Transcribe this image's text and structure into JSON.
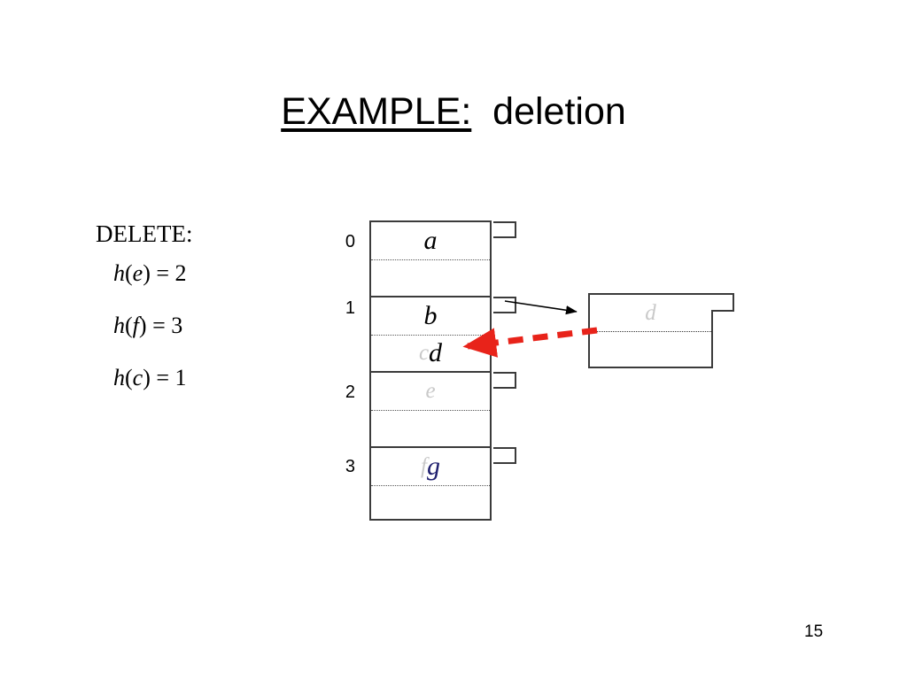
{
  "slide": {
    "title_underlined": "EXAMPLE:",
    "title_rest": "  deletion",
    "page_number": "15"
  },
  "delete_panel": {
    "heading": "DELETE:",
    "operations": [
      {
        "text": "h(e) = 2",
        "fn": "h",
        "arg": "e",
        "value": "2"
      },
      {
        "text": "h(f) = 3",
        "fn": "h",
        "arg": "f",
        "value": "3"
      },
      {
        "text": "h(c) = 1",
        "fn": "h",
        "arg": "c",
        "value": "1"
      }
    ],
    "line1_fn": "h",
    "line1_open": "(",
    "line1_arg": "e",
    "line1_close": ") = 2",
    "line2_fn": "h",
    "line2_open": "(",
    "line2_arg": "f",
    "line2_close": ") = 3",
    "line3_fn": "h",
    "line3_open": "(",
    "line3_arg": "c",
    "line3_close": ") = 1"
  },
  "hash_table": {
    "buckets": [
      {
        "index": "0",
        "upper_keys": [
          {
            "text": "a",
            "state": "active"
          }
        ],
        "lower_keys": []
      },
      {
        "index": "1",
        "upper_keys": [
          {
            "text": "b",
            "state": "active"
          }
        ],
        "lower_keys": [
          {
            "text": "c",
            "state": "deleted"
          },
          {
            "text": "d",
            "state": "active"
          }
        ]
      },
      {
        "index": "2",
        "upper_keys": [
          {
            "text": "e",
            "state": "deleted"
          }
        ],
        "lower_keys": []
      },
      {
        "index": "3",
        "upper_keys": [
          {
            "text": "f",
            "state": "deleted"
          },
          {
            "text": "g",
            "state": "blue"
          }
        ],
        "lower_keys": []
      }
    ],
    "bucket_0_upper": "a",
    "bucket_1_upper": "b",
    "bucket_1_lower_deleted": "c",
    "bucket_1_lower_active": "d",
    "bucket_2_upper_deleted": "e",
    "bucket_3_upper_deleted": "f",
    "bucket_3_upper_blue": "g"
  },
  "overflow_block": {
    "key": "d",
    "key_state": "deleted"
  },
  "colors": {
    "key_active": "#000000",
    "key_deleted": "#c9c9c9",
    "key_blue": "#1f1f6e",
    "border": "#3b3b3b",
    "pointer_arrow": "#000000",
    "move_arrow": "#e8231a",
    "background": "#ffffff"
  },
  "annotations": {
    "pointer_arrow_label": "bucket-1 overflow pointer",
    "move_arrow_label": "d moved back into bucket 1"
  }
}
